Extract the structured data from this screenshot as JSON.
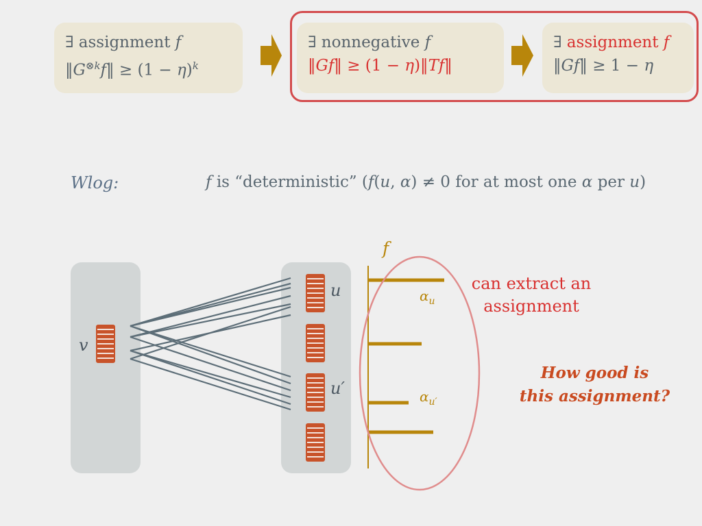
{
  "top": {
    "box1": {
      "line1": "∃ assignment f",
      "line2": "‖G⊗k f‖ ≥ (1 − η)k"
    },
    "box2": {
      "line1": "∃ nonnegative f",
      "line2": "‖Gf‖ ≥ (1 − η)‖Tf‖"
    },
    "box3": {
      "line1_prefix": "∃ ",
      "line1_red": "assignment f",
      "line2": "‖Gf‖ ≥ 1 − η"
    }
  },
  "wlog": {
    "label": "Wlog:",
    "statement": "f is “deterministic” (f(u, α) ≠ 0 for at most one α per u)"
  },
  "diagram": {
    "f_label": "f",
    "v_label": "v",
    "u_label": "u",
    "u_prime_label": "u′",
    "alpha_u": "αu",
    "alpha_u_prime": "αu′",
    "annotation": "can extract an assignment",
    "question": "How good is this assignment?",
    "colors": {
      "block": "#d2d6d6",
      "node": "#c8532a",
      "bar": "#b8860b",
      "edge": "#5d6e78",
      "ellipse": "#e08c8c"
    }
  }
}
